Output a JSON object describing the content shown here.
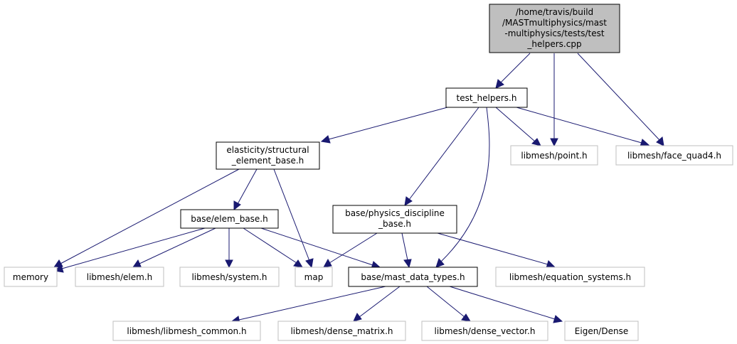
{
  "root": {
    "lines": [
      "/home/travis/build",
      "/MASTmultiphysics/mast",
      "-multiphysics/tests/test",
      "_helpers.cpp"
    ]
  },
  "nodes": {
    "test_helpers_h": {
      "lines": [
        "test_helpers.h"
      ]
    },
    "structural_element_base": {
      "lines": [
        "elasticity/structural",
        "_element_base.h"
      ]
    },
    "libmesh_point": {
      "lines": [
        "libmesh/point.h"
      ]
    },
    "libmesh_face_quad4": {
      "lines": [
        "libmesh/face_quad4.h"
      ]
    },
    "elem_base": {
      "lines": [
        "base/elem_base.h"
      ]
    },
    "physics_discipline_base": {
      "lines": [
        "base/physics_discipline",
        "_base.h"
      ]
    },
    "memory": {
      "lines": [
        "memory"
      ]
    },
    "libmesh_elem": {
      "lines": [
        "libmesh/elem.h"
      ]
    },
    "libmesh_system": {
      "lines": [
        "libmesh/system.h"
      ]
    },
    "map": {
      "lines": [
        "map"
      ]
    },
    "mast_data_types": {
      "lines": [
        "base/mast_data_types.h"
      ]
    },
    "libmesh_equation_systems": {
      "lines": [
        "libmesh/equation_systems.h"
      ]
    },
    "libmesh_libmesh_common": {
      "lines": [
        "libmesh/libmesh_common.h"
      ]
    },
    "libmesh_dense_matrix": {
      "lines": [
        "libmesh/dense_matrix.h"
      ]
    },
    "libmesh_dense_vector": {
      "lines": [
        "libmesh/dense_vector.h"
      ]
    },
    "eigen_dense": {
      "lines": [
        "Eigen/Dense"
      ]
    }
  },
  "colors": {
    "edge": "#191970",
    "root_fill": "#bfbfbf",
    "node_border": "#000000",
    "external_border": "#bfbfbf",
    "text": "#000000"
  }
}
